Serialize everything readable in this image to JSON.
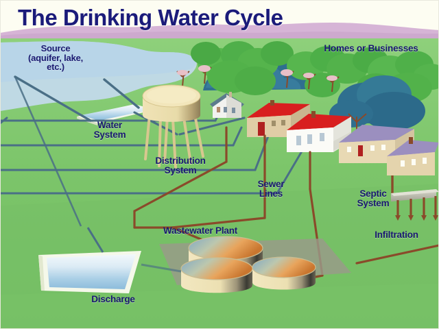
{
  "title": "The Drinking Water Cycle",
  "colors": {
    "sky_band": "#fdfdf2",
    "hill_band": "#d6b4d6",
    "grass_light": "#8fd07a",
    "grass_mid": "#72bd63",
    "grass_dark": "#63b159",
    "water_body": "#c2d9ea",
    "water_pipe": "#4a6f86",
    "sewer_pipe": "#8a4a2a",
    "tank_tan": "#efe0b0",
    "roof_red": "#d81f1f",
    "roof_purple": "#9b8fbf",
    "roof_blue": "#5b7b8c",
    "ground_gray": "#9a9a8a",
    "title_navy": "#1b1b7a",
    "label_navy": "#191970",
    "tree_green": "#4faf4a",
    "tree_dark": "#2f6f8f",
    "basin_water": "#9fc6e0"
  },
  "labels": {
    "source": "Source\n(aquifer, lake,\netc.)",
    "homes_or_businesses": "Homes or Businesses",
    "water_system": "Water\nSystem",
    "distribution_system": "Distribution\nSystem",
    "sewer_lines": "Sewer\nLines",
    "septic_system": "Septic\nSystem",
    "infiltration": "Infiltration",
    "wastewater_plant": "Wastewater Plant",
    "discharge": "Discharge"
  },
  "diagram": {
    "type": "flow-diagram",
    "nodes": [
      {
        "id": "source",
        "label": "Source (aquifer, lake, etc.)"
      },
      {
        "id": "water-system",
        "label": "Water System"
      },
      {
        "id": "distribution-system",
        "label": "Distribution System"
      },
      {
        "id": "homes-or-businesses",
        "label": "Homes or Businesses"
      },
      {
        "id": "sewer-lines",
        "label": "Sewer Lines"
      },
      {
        "id": "septic-system",
        "label": "Septic System"
      },
      {
        "id": "infiltration",
        "label": "Infiltration"
      },
      {
        "id": "wastewater-plant",
        "label": "Wastewater Plant"
      },
      {
        "id": "discharge",
        "label": "Discharge"
      }
    ],
    "edges": [
      {
        "from": "source",
        "to": "water-system",
        "kind": "water"
      },
      {
        "from": "water-system",
        "to": "distribution-system",
        "kind": "water"
      },
      {
        "from": "distribution-system",
        "to": "homes-or-businesses",
        "kind": "water"
      },
      {
        "from": "homes-or-businesses",
        "to": "sewer-lines",
        "kind": "sewer"
      },
      {
        "from": "sewer-lines",
        "to": "wastewater-plant",
        "kind": "sewer"
      },
      {
        "from": "homes-or-businesses",
        "to": "septic-system",
        "kind": "sewer"
      },
      {
        "from": "septic-system",
        "to": "infiltration",
        "kind": "sewer"
      },
      {
        "from": "wastewater-plant",
        "to": "discharge",
        "kind": "water"
      }
    ]
  }
}
